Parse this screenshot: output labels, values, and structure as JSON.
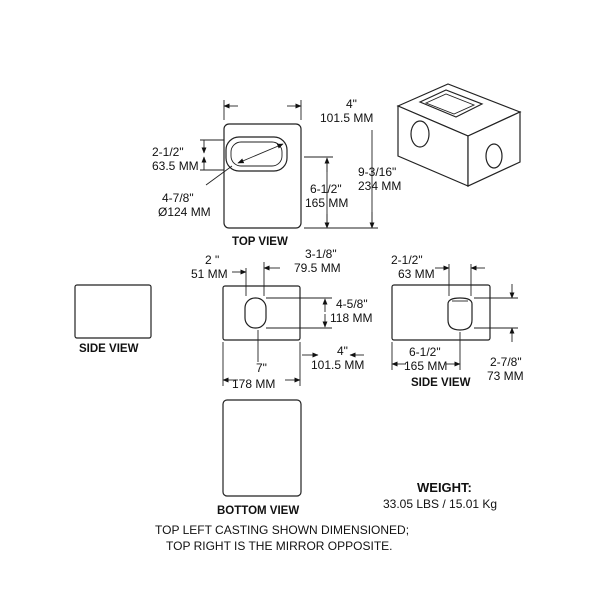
{
  "dimensions": {
    "top_width_in": "4\"",
    "top_width_mm": "101.5 MM",
    "slot_height_in": "2-1/2\"",
    "slot_height_mm": "63.5 MM",
    "slot_diag_in": "4-7/8\"",
    "slot_diag_mm": "Ø124 MM",
    "top_to_slot_in": "6-1/2\"",
    "top_to_slot_mm": "165 MM",
    "top_length_in": "9-3/16\"",
    "top_length_mm": "234 MM",
    "side_hole_offset_in": "2 \"",
    "side_hole_offset_mm": "51 MM",
    "side_hole_width_in": "3-1/8\"",
    "side_hole_width_mm": "79.5 MM",
    "side_hole_height_in": "4-5/8\"",
    "side_hole_height_mm": "118 MM",
    "side_length_in": "7\"",
    "side_length_mm": "178 MM",
    "side_height_in": "4\"",
    "side_height_mm": "101.5 MM",
    "right_hole_width_in": "2-1/2\"",
    "right_hole_width_mm": "63 MM",
    "right_offset_in": "6-1/2\"",
    "right_offset_mm": "165 MM",
    "right_hole_height_in": "2-7/8\"",
    "right_hole_height_mm": "73 MM"
  },
  "labels": {
    "top_view": "TOP VIEW",
    "side_view_left": "SIDE VIEW",
    "side_view_right": "SIDE VIEW",
    "bottom_view": "BOTTOM VIEW"
  },
  "weight": {
    "label": "WEIGHT:",
    "value": "33.05 LBS / 15.01 Kg"
  },
  "note": {
    "line1": "TOP LEFT CASTING SHOWN DIMENSIONED;",
    "line2": "TOP RIGHT IS THE MIRROR OPPOSITE."
  }
}
